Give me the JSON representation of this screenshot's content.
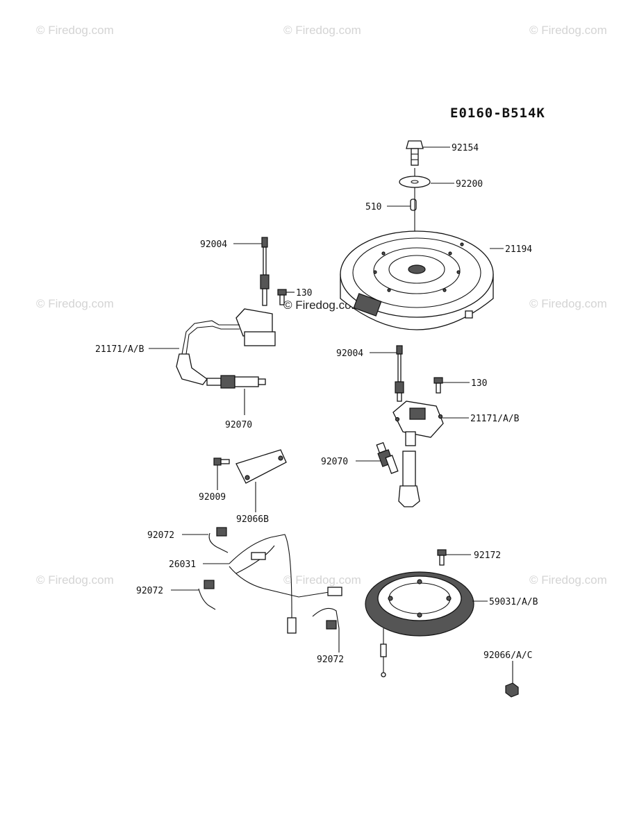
{
  "diagram_code": "E0160-B514K",
  "watermark": "© Firedog.com",
  "watermark_mid": "© Firedog.com",
  "labels": {
    "p92154": "92154",
    "p92200": "92200",
    "p510": "510",
    "p21194": "21194",
    "p92004_top": "92004",
    "p130_top": "130",
    "p21171_left": "21171/A/B",
    "p92070_left": "92070",
    "p92004_mid": "92004",
    "p130_mid": "130",
    "p21171_right": "21171/A/B",
    "p92070_right": "92070",
    "p92009": "92009",
    "p92066B": "92066B",
    "p92072_a": "92072",
    "p26031": "26031",
    "p92072_b": "92072",
    "p92072_c": "92072",
    "p92172": "92172",
    "p59031": "59031/A/B",
    "p92066": "92066/A/C"
  }
}
